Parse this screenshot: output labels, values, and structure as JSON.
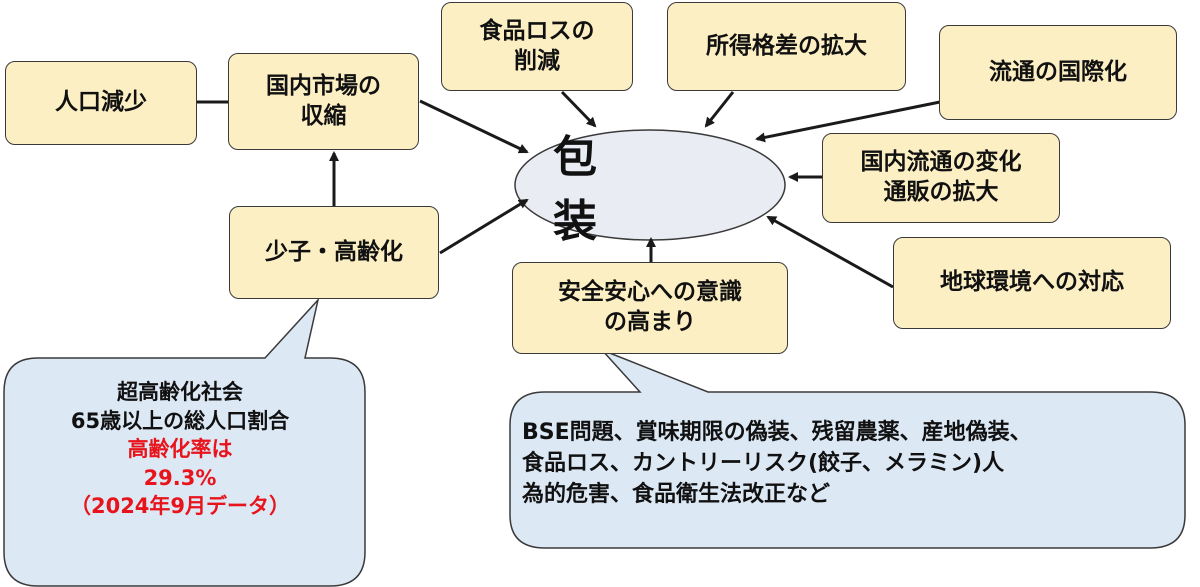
{
  "center": {
    "label": "包　装"
  },
  "nodes": {
    "population_decline": "人口減少",
    "market_shrink": "国内市場の\n収縮",
    "food_loss": "食品ロスの\n削減",
    "income_gap": "所得格差の拡大",
    "distribution_intl": "流通の国際化",
    "domestic_distribution": "国内流通の変化\n通販の拡大",
    "environment": "地球環境への対応",
    "safety": "安全安心への意識\nの高まり",
    "aging": "少子・高齢化"
  },
  "callouts": {
    "left": {
      "line1": "超高齢化社会",
      "line2": "65歳以上の総人口割合",
      "line3": "高齢化率は",
      "line4": "29.3%",
      "line5": "（2024年9月データ）",
      "highlight_color": "#e8141c"
    },
    "right": {
      "line1": "BSE問題、賞味期限の偽装、残留農薬、産地偽装、",
      "line2": "食品ロス、カントリーリスク(餃子、メラミン)人",
      "line3": "為的危害、食品衛生法改正など"
    }
  },
  "colors": {
    "box_fill": "#fdefc4",
    "callout_fill": "#dde8f5",
    "ellipse_fill": "#e9edf3",
    "stroke": "#3a3a3a"
  }
}
